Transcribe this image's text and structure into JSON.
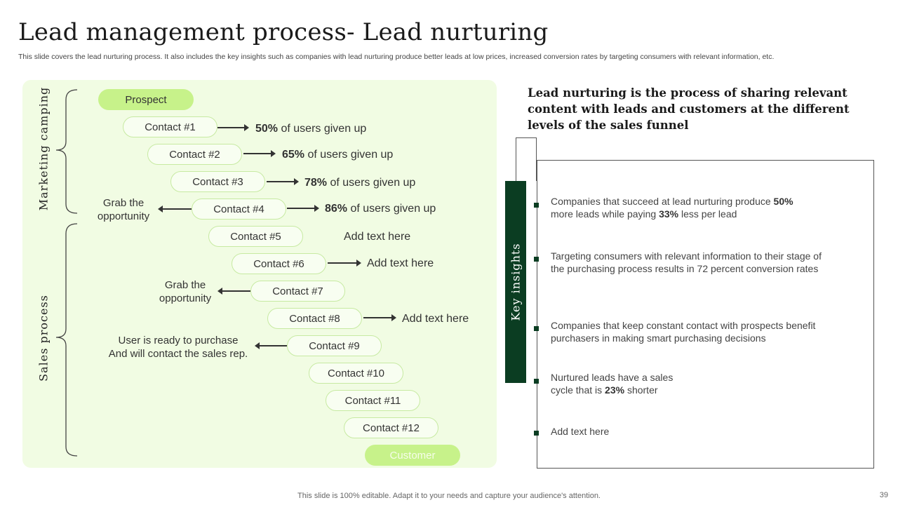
{
  "title": "Lead management process- Lead nurturing",
  "subtitle": "This slide covers the lead nurturing process. It also includes the key insights such as companies with lead nurturing produce better leads at low prices, increased conversion rates by targeting consumers with relevant information, etc.",
  "left": {
    "marketing_label": "Marketing camping",
    "sales_label": "Sales process",
    "prospect": "Prospect",
    "customer": "Customer",
    "contacts": [
      "Contact #1",
      "Contact #2",
      "Contact #3",
      "Contact #4",
      "Contact #5",
      "Contact #6",
      "Contact #7",
      "Contact #8",
      "Contact #9",
      "Contact #10",
      "Contact #11",
      "Contact #12"
    ],
    "stats": [
      {
        "pct": "50%",
        "rest": " of users given up"
      },
      {
        "pct": "65%",
        "rest": " of users given up"
      },
      {
        "pct": "78%",
        "rest": " of users given up"
      },
      {
        "pct": "86%",
        "rest": " of users given up"
      }
    ],
    "add_text": [
      "Add text here",
      "Add text here",
      "Add text here"
    ],
    "grab1": [
      "Grab the",
      "opportunity"
    ],
    "grab2": [
      "Grab the",
      "opportunity"
    ],
    "ready": [
      "User is ready to purchase",
      "And will contact the sales rep."
    ]
  },
  "right": {
    "heading": "Lead nurturing is the process of sharing relevant content with leads and customers at the different levels of the sales funnel",
    "key_label": "Key insights",
    "insights": [
      {
        "a": "Companies that succeed at lead nurturing produce ",
        "b": "50%",
        "c": " more leads while paying ",
        "d": "33%",
        "e": " less per lead"
      },
      {
        "a": "Targeting consumers with relevant information to their stage of the purchasing process results in 72 percent conversion rates"
      },
      {
        "a": "Companies that keep constant contact with prospects benefit purchasers in making smart purchasing decisions"
      },
      {
        "a": "Nurtured leads have a sales cycle that is ",
        "b": "23%",
        "c": " shorter"
      },
      {
        "a": "Add text here"
      }
    ]
  },
  "footer": "This slide is 100% editable. Adapt it to your needs and capture your audience's attention.",
  "page_number": "39",
  "colors": {
    "panel": "#f1fce3",
    "pill": "#c7f28a",
    "dark": "#0b3d22"
  }
}
